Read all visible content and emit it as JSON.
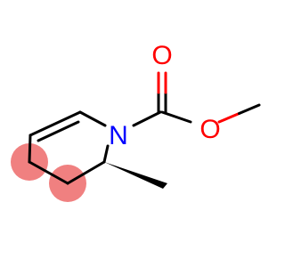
{
  "molecule": {
    "atoms": [
      {
        "id": "a_o_carbonyl",
        "label": "O",
        "color": "#ff0000"
      },
      {
        "id": "a_o_ester",
        "label": "O",
        "color": "#ff0000"
      },
      {
        "id": "a_n",
        "label": "N",
        "color": "#0000ff"
      }
    ],
    "bond_color": "#000000",
    "highlight_color": "#f08080"
  }
}
